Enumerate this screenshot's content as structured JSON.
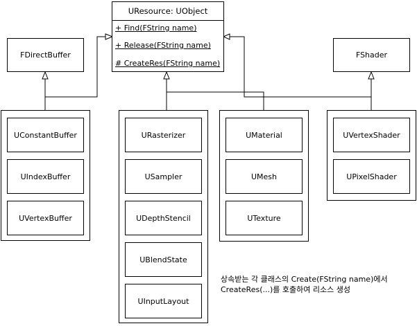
{
  "uresource": {
    "title": "UResource: UObject",
    "methods": [
      "+ Find(FString name)",
      "+ Release(FString name)",
      "# CreateRes(FString name)"
    ]
  },
  "base_classes": {
    "fdirectbuffer": "FDirectBuffer",
    "fshader": "FShader"
  },
  "buffer_group": [
    "UConstantBuffer",
    "UIndexBuffer",
    "UVertexBuffer"
  ],
  "state_group": [
    "URasterizer",
    "USampler",
    "UDepthStencil",
    "UBlendState",
    "UInputLayout"
  ],
  "asset_group": [
    "UMaterial",
    "UMesh",
    "UTexture"
  ],
  "shader_group": [
    "UVertexShader",
    "UPixelShader"
  ],
  "note": {
    "line1": "상속받는 각 클래스의 Create(FString name)에서",
    "line2": "CreateRes(...)를 호출하여 리소스 생성"
  }
}
